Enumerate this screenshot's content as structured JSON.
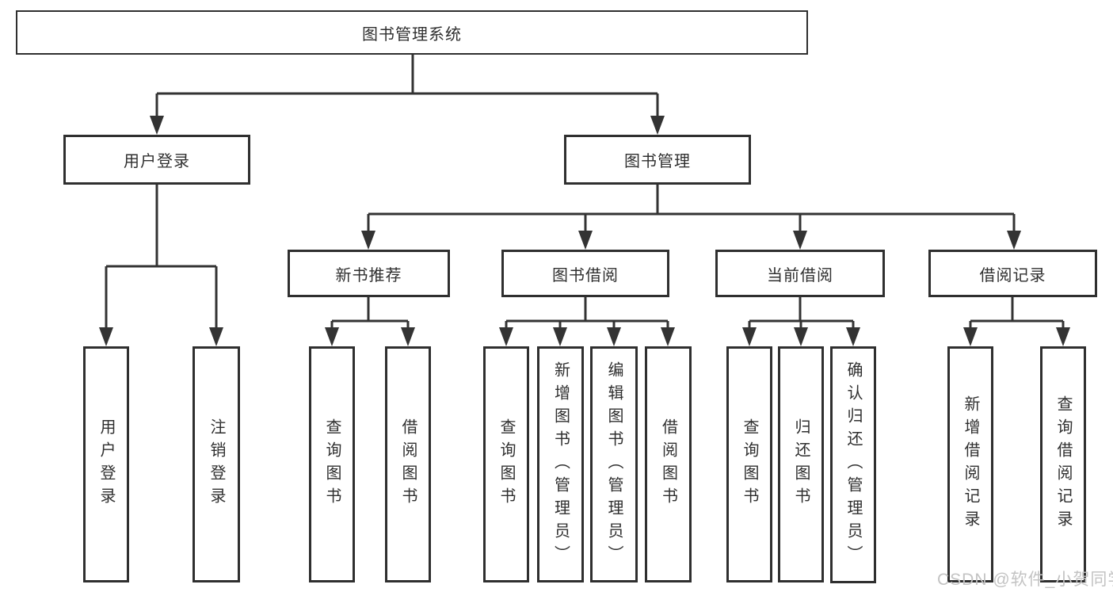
{
  "nodes": {
    "root": "图书管理系统",
    "user_login": "用户登录",
    "book_management": "图书管理",
    "new_book_recommend": "新书推荐",
    "book_borrowing": "图书借阅",
    "current_borrowing": "当前借阅",
    "borrowing_records": "借阅记录",
    "leaf_user_login": "用户登录",
    "leaf_logout": "注销登录",
    "rec_query_books": "查询图书",
    "rec_borrow_books": "借阅图书",
    "bb_query_books": "查询图书",
    "bb_add_books": "新增图书（管理员）",
    "bb_edit_books": "编辑图书（管理员）",
    "bb_borrow_books": "借阅图书",
    "cb_query_books": "查询图书",
    "cb_return_books": "归还图书",
    "cb_confirm_return": "确认归还（管理员）",
    "br_add_record": "新增借阅记录",
    "br_query_record": "查询借阅记录"
  },
  "watermark": "CSDN @软件_小贺同学",
  "colors": {
    "line": "#333333",
    "border": "#2f2f2f",
    "text": "#2f2f2f",
    "watermark": "#c3c3c3",
    "background": "#ffffff"
  }
}
